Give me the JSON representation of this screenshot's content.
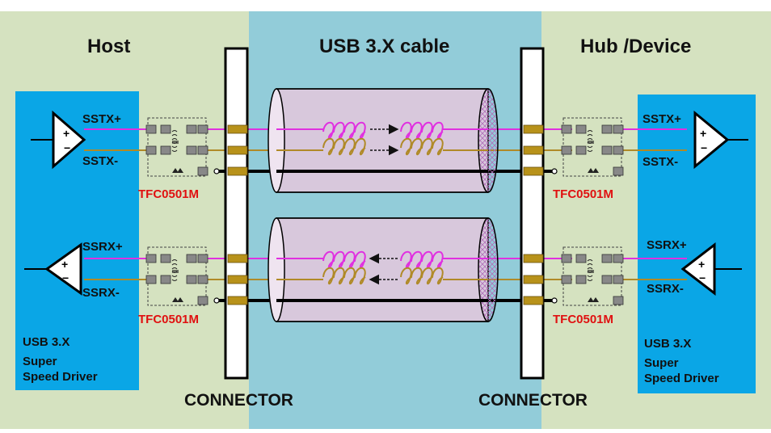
{
  "sections": {
    "host": "Host",
    "cable": "USB 3.X cable",
    "device": "Hub /Device"
  },
  "signals": {
    "sstx_p": "SSTX+",
    "sstx_n": "SSTX-",
    "ssrx_p": "SSRX+",
    "ssrx_n": "SSRX-"
  },
  "part_number": "TFC0501M",
  "connector_label": "CONNECTOR",
  "driver": {
    "line1": "USB 3.X",
    "line2": "Super",
    "line3": "Speed Driver"
  },
  "colors": {
    "host_bg": "#d5e2c0",
    "cable_bg": "#92ccd9",
    "driver_bg": "#0aa6e6",
    "cable_body": "#d8c8dc",
    "pos_wire": "#e030e0",
    "neg_wire": "#b08a28",
    "gnd_wire": "#000000",
    "pad_gold": "#b8921a",
    "part_red": "#e01010"
  },
  "icons": [
    "amplifier-triangle-icon",
    "common-mode-filter-icon",
    "coil-icon",
    "arrow-icon"
  ]
}
